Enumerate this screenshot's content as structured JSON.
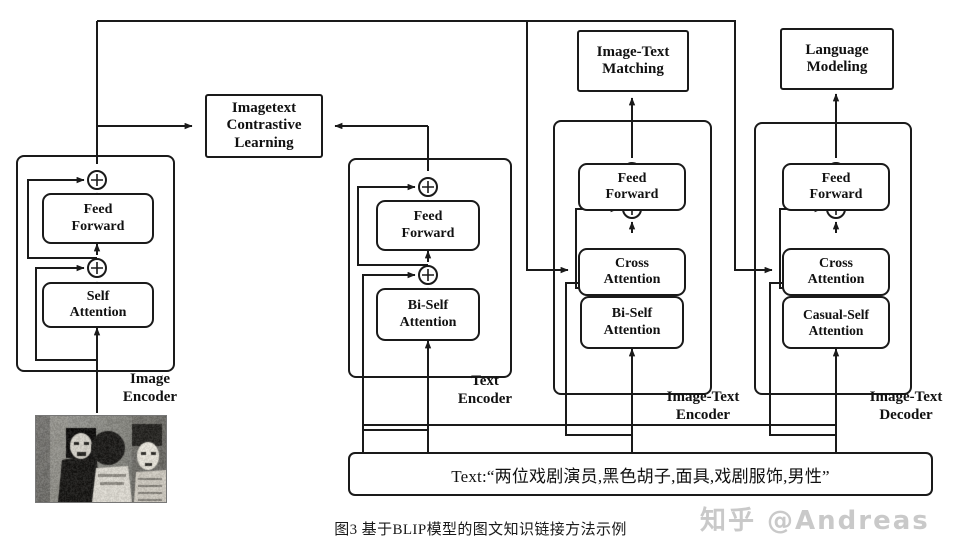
{
  "figure": {
    "caption": "图3  基于BLIP模型的图文知识链接方法示例",
    "watermark": "知乎 @Andreas"
  },
  "objectives": {
    "contrastive": "Imagetext\nContrastive\nLearning",
    "matching": "Image-Text\nMatching",
    "language_modeling": "Language\nModeling"
  },
  "columns": [
    {
      "id": "image-encoder",
      "label": "Image\nEncoder",
      "modules": [
        "Self\nAttention",
        "Feed\nForward"
      ]
    },
    {
      "id": "text-encoder",
      "label": "Text\nEncoder",
      "modules": [
        "Bi-Self\nAttention",
        "Feed\nForward"
      ]
    },
    {
      "id": "image-text-encoder",
      "label": "Image-Text\nEncoder",
      "modules": [
        "Bi-Self\nAttention",
        "Cross\nAttention",
        "Feed\nForward"
      ]
    },
    {
      "id": "image-text-decoder",
      "label": "Image-Text\nDecoder",
      "modules": [
        "Casual-Self\nAttention",
        "Cross\nAttention",
        "Feed\nForward"
      ]
    }
  ],
  "input_text": {
    "value": "Text:“两位戏剧演员,黑色胡子,面具,戏剧服饰,男性”"
  },
  "input_image": {
    "alt": "两位戏剧演员黑白照片"
  },
  "colors": {
    "stroke": "#1a1a1a",
    "background": "#ffffff",
    "watermark": "#c9c9c9"
  }
}
